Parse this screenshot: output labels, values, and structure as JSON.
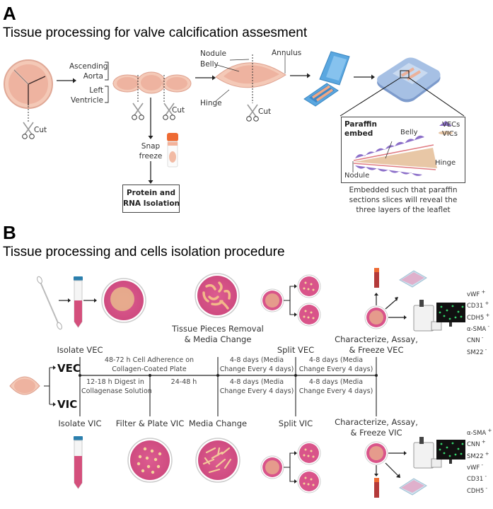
{
  "panel_a": {
    "letter": "A",
    "title": "Tissue processing for valve calcification assesment",
    "labels": {
      "ascending_aorta": [
        "Ascending",
        "Aorta"
      ],
      "left_ventricle": [
        "Left",
        "Ventricle"
      ],
      "cut": "Cut",
      "nodule": "Nodule",
      "belly": "Belly",
      "annulus": "Annulus",
      "hinge": "Hinge",
      "snap_freeze": [
        "Snap",
        "freeze"
      ],
      "protein_rna": [
        "Protein and",
        "RNA Isolation"
      ]
    },
    "paraffin_box": {
      "title": [
        "Paraffin",
        "embed"
      ],
      "legend": [
        "VECs",
        "VICs"
      ],
      "belly": "Belly",
      "hinge": "Hinge",
      "nodule": "Nodule"
    },
    "caption": [
      "Embedded such that paraffin",
      "sections slices will reveal the",
      "three layers of the leaflet"
    ]
  },
  "panel_b": {
    "letter": "B",
    "title": "Tissue processing and cells isolation procedure",
    "branch_labels": {
      "vec": "VEC",
      "vic": "VIC"
    },
    "top_steps": [
      {
        "label": [
          "Isolate VEC"
        ]
      },
      {
        "label": [
          "Tissue Pieces Removal",
          "& Media Change"
        ]
      },
      {
        "label": [
          "Split VEC"
        ]
      },
      {
        "label": [
          "Characterize, Assay,",
          "& Freeze VEC"
        ]
      }
    ],
    "bottom_steps": [
      {
        "label": [
          "Isolate VIC"
        ]
      },
      {
        "label": [
          "Filter & Plate VIC"
        ]
      },
      {
        "label": [
          "Media Change"
        ]
      },
      {
        "label": [
          "Split VIC"
        ]
      },
      {
        "label": [
          "Characterize, Assay,",
          "& Freeze VIC"
        ]
      }
    ],
    "timeline_top": [
      [
        "48-72 h Cell Adherence on",
        "Collagen-Coated Plate"
      ],
      [
        "4-8 days (Media",
        "Change Every 4 days)"
      ],
      [
        "4-8 days (Media",
        "Change Every 4 days)"
      ]
    ],
    "timeline_bottom": [
      [
        "12-18 h Digest in",
        "Collagenase Solution"
      ],
      [
        "24-48 h"
      ],
      [
        "4-8 days (Media",
        "Change Every 4 days)"
      ],
      [
        "4-8 days (Media",
        "Change Every 4 days)"
      ]
    ],
    "vec_markers": [
      {
        "name": "vWF",
        "sign": "+"
      },
      {
        "name": "CD31",
        "sign": "+"
      },
      {
        "name": "CDH5",
        "sign": "+"
      },
      {
        "name": "α-SMA",
        "sign": "-"
      },
      {
        "name": "CNN",
        "sign": "-"
      },
      {
        "name": "SM22",
        "sign": "-"
      }
    ],
    "vic_markers": [
      {
        "name": "α-SMA",
        "sign": "+"
      },
      {
        "name": "CNN",
        "sign": "+"
      },
      {
        "name": "SM22",
        "sign": "+"
      },
      {
        "name": "vWF",
        "sign": "-"
      },
      {
        "name": "CD31",
        "sign": "-"
      },
      {
        "name": "CDH5",
        "sign": "-"
      }
    ]
  },
  "colors": {
    "tissue": "#f2c3b0",
    "tissue_dark": "#e39a86",
    "dish_media": "#d9548a",
    "cells": "#f3c99a",
    "cassette": "#5aa7e0",
    "block": "#8fb0d8",
    "vec_cell": "#8c6fc9",
    "vic_cell": "#e8c7a6",
    "tube_cap": "#ee6a33",
    "conical_cap": "#2b7fad",
    "fluor": "#33d36b"
  }
}
